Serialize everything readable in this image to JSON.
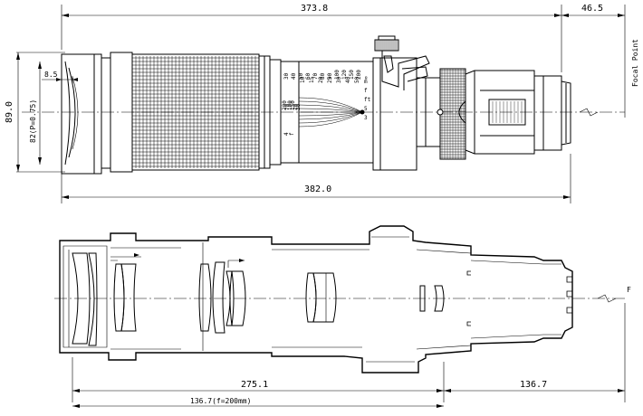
{
  "dimensions": {
    "overall_length": "373.8",
    "focal_offset": "46.5",
    "diameter": "89.0",
    "filter_size": "82(P=0.75)",
    "hood_depth": "8.5",
    "length_with_hood": "382.0",
    "optical_length": "275.1",
    "rear_length": "136.7",
    "focal_note": "136.7(f=200mm)",
    "focal_point_label": "Focal Point",
    "focal_f_label": "F"
  },
  "scale": {
    "distance_row1": [
      "30",
      "40",
      "50",
      "60",
      "70",
      "80",
      "90",
      "100",
      "120",
      "150",
      "200",
      "∞"
    ],
    "distance_row2": [
      "10",
      "15",
      "20",
      "25",
      "30",
      "40",
      "50"
    ],
    "aperture_row": [
      "4",
      "f"
    ],
    "zoom_marks": [
      "200",
      "70",
      "100",
      "150",
      "20",
      "30"
    ],
    "misc_marks": [
      "m",
      "f",
      "ft",
      "5",
      "3"
    ]
  }
}
